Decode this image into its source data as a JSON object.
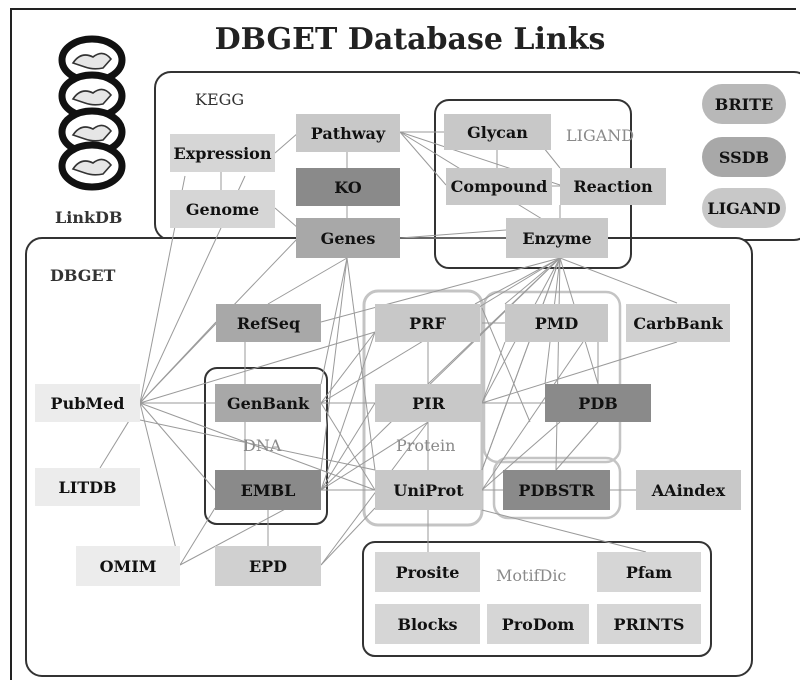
{
  "title": "DBGET Database Links",
  "logo_label": "LinkDB",
  "region_labels": {
    "kegg": "KEGG",
    "ligand": "LIGAND",
    "dbget": "DBGET",
    "dna": "DNA",
    "protein": "Protein",
    "motif": "MotifDic"
  },
  "side_pills": [
    "BRITE",
    "SSDB",
    "LIGAND"
  ],
  "nodes": {
    "expression": "Expression",
    "genome": "Genome",
    "pathway": "Pathway",
    "ko": "KO",
    "genes": "Genes",
    "glycan": "Glycan",
    "compound": "Compound",
    "reaction": "Reaction",
    "enzyme": "Enzyme",
    "refseq": "RefSeq",
    "prf": "PRF",
    "pmd": "PMD",
    "carbbank": "CarbBank",
    "pubmed": "PubMed",
    "genbank": "GenBank",
    "pir": "PIR",
    "pdb": "PDB",
    "litdb": "LITDB",
    "embl": "EMBL",
    "uniprot": "UniProt",
    "pdbstr": "PDBSTR",
    "aaindex": "AAindex",
    "omim": "OMIM",
    "epd": "EPD",
    "prosite": "Prosite",
    "pfam": "Pfam",
    "blocks": "Blocks",
    "prodom": "ProDom",
    "prints": "PRINTS"
  },
  "colors": {
    "light_node": "#d6d6d6",
    "mid_node": "#a8a8a8",
    "dark_node": "#8a8a8a",
    "pale_node": "#ececec",
    "pill": "#b8b8b8",
    "line": "#9a9a9a"
  }
}
